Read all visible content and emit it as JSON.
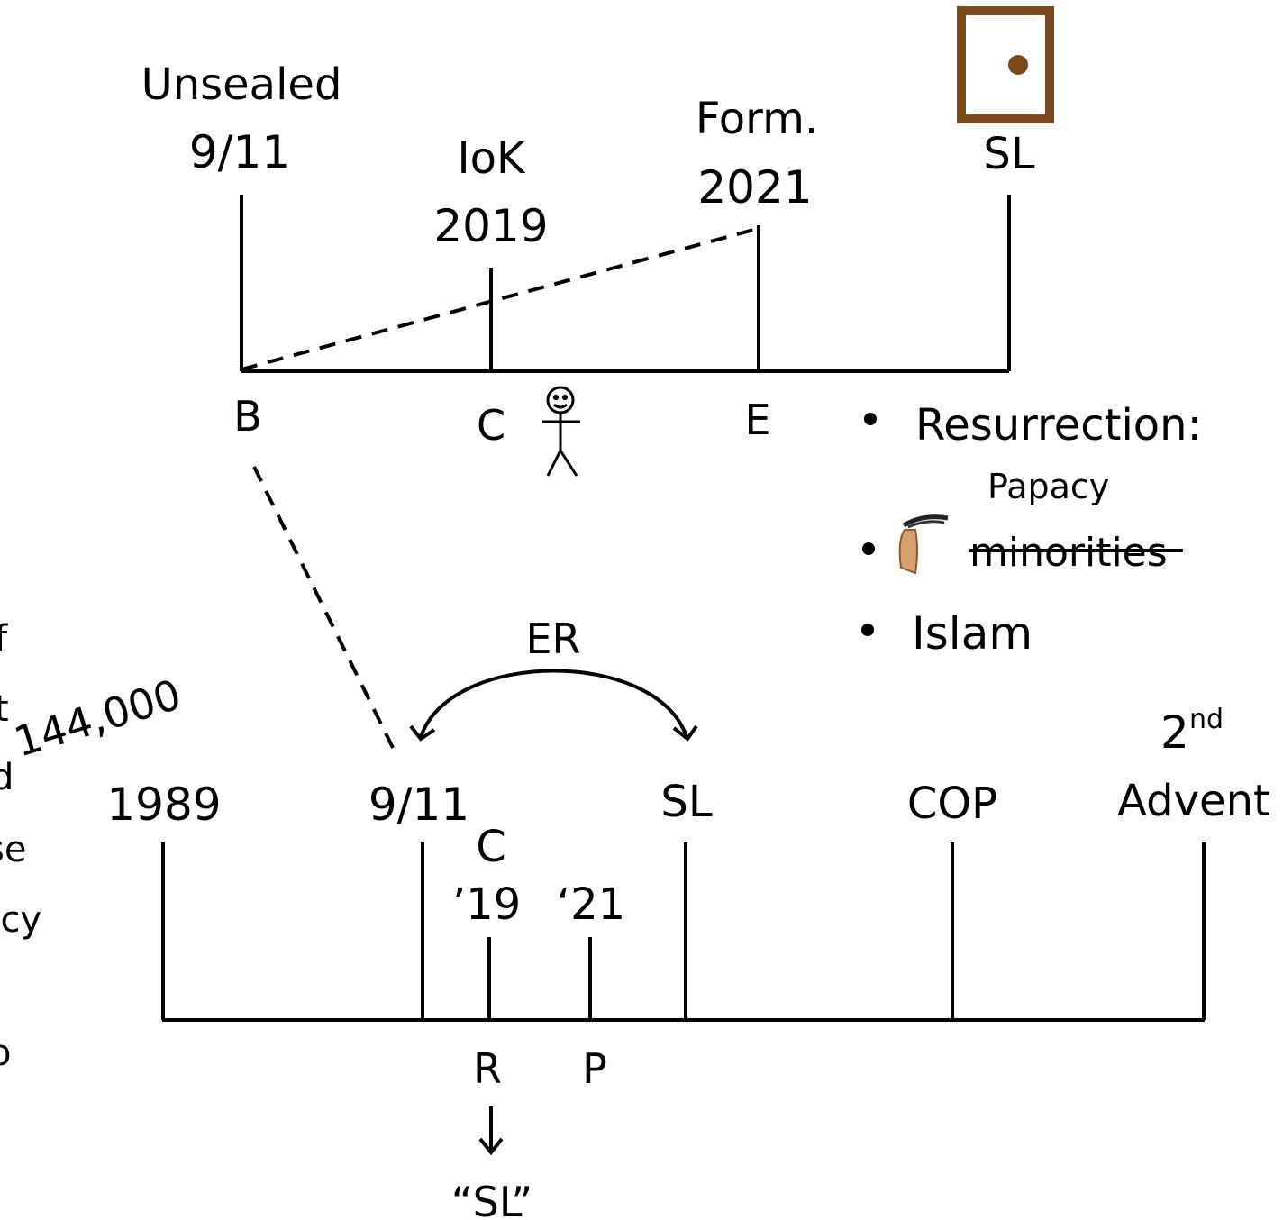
{
  "top_timeline": {
    "markers": [
      {
        "label_line1": "Unsealed",
        "label_line2": "9/11",
        "below": "B"
      },
      {
        "label_line1": "IoK",
        "label_line2": "2019",
        "below": "C"
      },
      {
        "label_line1": "Form.",
        "label_line2": "2021",
        "below": "E"
      },
      {
        "label_line1": "SL",
        "label_line2": ""
      }
    ]
  },
  "bullets": {
    "resurrection": "Resurrection:",
    "papacy": "Papacy",
    "minorities": "minorities",
    "islam": "Islam"
  },
  "bottom_timeline": {
    "arc_label": "ER",
    "markers": [
      {
        "label": "1989"
      },
      {
        "label": "9/11"
      },
      {
        "label": "SL"
      },
      {
        "label": "COP"
      },
      {
        "label_main": "2",
        "label_sup": "nd",
        "label_line2": "Advent"
      }
    ],
    "sub_c": "C",
    "sub_19": "’19",
    "sub_21": "‘21",
    "below_r": "R",
    "below_p": "P",
    "arrow_target": "“SL”"
  },
  "side_text": {
    "number": "144,000",
    "cutoff_fragments": [
      "f",
      "t",
      "d",
      "se",
      "acy",
      "o"
    ]
  },
  "colors": {
    "door": "#7a4a1e",
    "ink": "#000000"
  },
  "icons": [
    "door-icon",
    "stick-figure-icon",
    "hand-hair-icon",
    "down-arrow-icon"
  ]
}
